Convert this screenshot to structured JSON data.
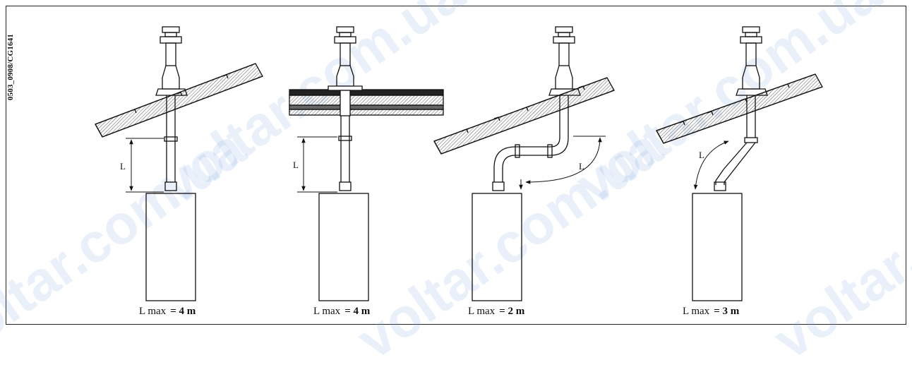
{
  "doc_code": "0503_0908/CG1641",
  "watermark_text": [
    "voltar.com.ua"
  ],
  "colors": {
    "line": "#111111",
    "roof_hatch": "#333333",
    "watermark": "#a0bfe8"
  },
  "panels": [
    {
      "label": "L max",
      "value": "= 4 m",
      "dim_label": "L",
      "config": "straight vertical, pitched roof"
    },
    {
      "label": "L max",
      "value": "= 4 m",
      "dim_label": "L",
      "config": "straight vertical, flat roof"
    },
    {
      "label": "L max",
      "value": "= 2 m",
      "dim_label": "L",
      "config": "two 90° bends, pitched roof"
    },
    {
      "label": "L max",
      "value": "= 3 m",
      "dim_label": "L",
      "config": "two 45° bends, pitched roof"
    }
  ]
}
